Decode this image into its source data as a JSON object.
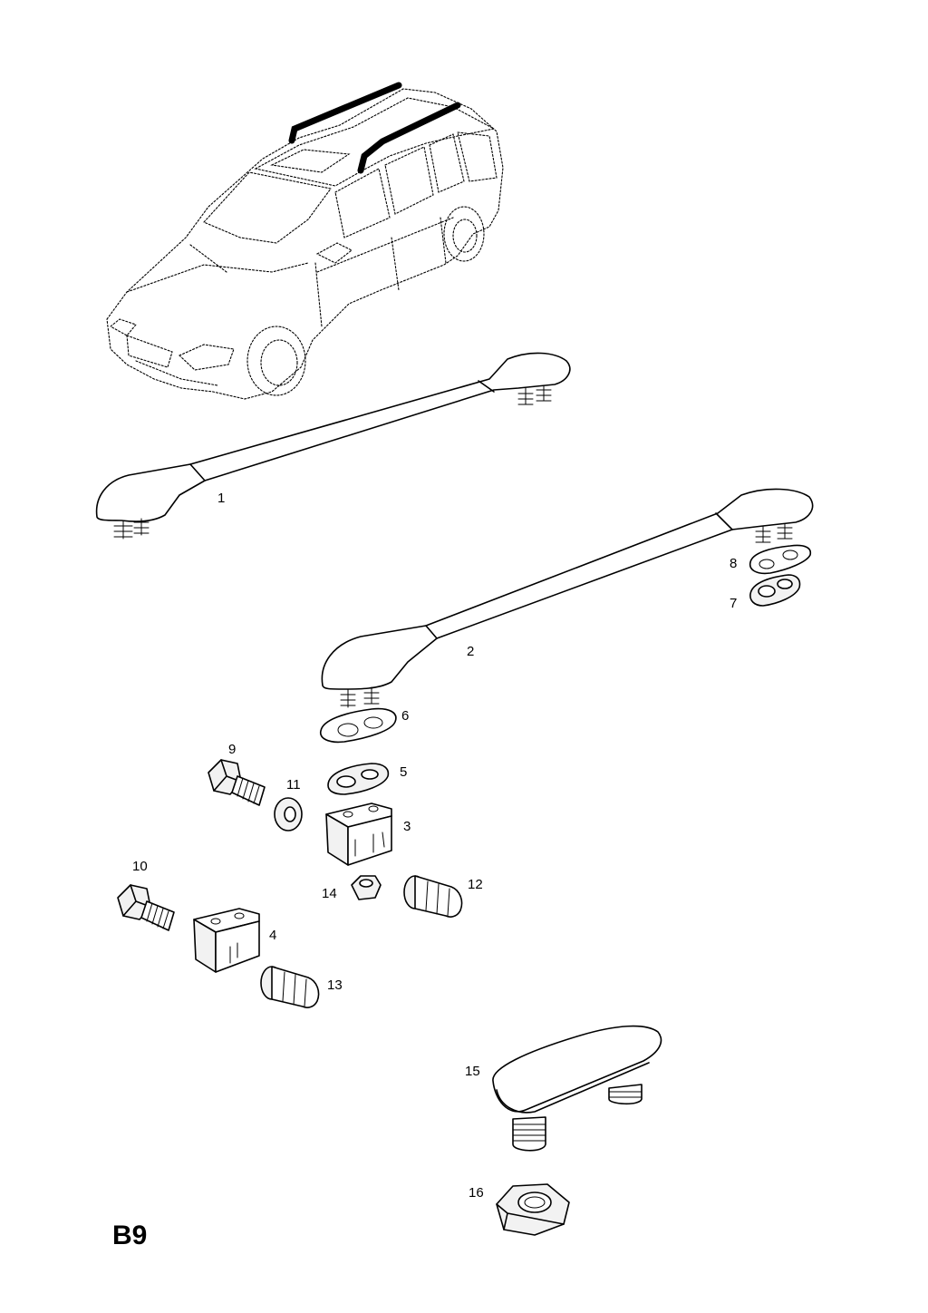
{
  "diagram": {
    "section_code": "B9",
    "callouts": {
      "c1": "1",
      "c2": "2",
      "c3": "3",
      "c4": "4",
      "c5": "5",
      "c6": "6",
      "c7": "7",
      "c8": "8",
      "c9": "9",
      "c10": "10",
      "c11": "11",
      "c12": "12",
      "c13": "13",
      "c14": "14",
      "c15": "15",
      "c16": "16"
    }
  }
}
